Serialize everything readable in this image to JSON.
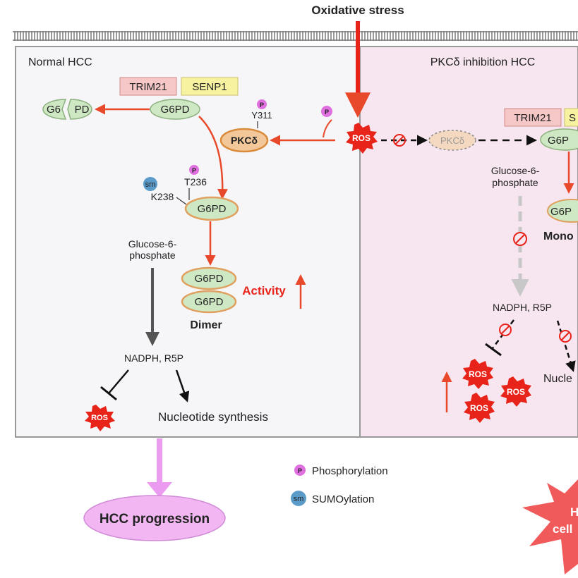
{
  "top": {
    "stimulus": "Oxidative stress"
  },
  "left_panel": {
    "title": "Normal HCC",
    "trim21": "TRIM21",
    "senp1": "SENP1",
    "g6pd_top": "G6PD",
    "deg_a": "G6",
    "deg_b": "PD",
    "p_mark": "P",
    "y311": "Y311",
    "pkc": "PKCδ",
    "t236": "T236",
    "sm_mark": "sm",
    "k238": "K238",
    "g6pd_mid": "G6PD",
    "g6p_line1": "Glucose-6-",
    "g6p_line2": "phosphate",
    "dimer_top": "G6PD",
    "dimer_bottom": "G6PD",
    "activity": "Activity",
    "dimer_label": "Dimer",
    "nadph": "NADPH, R5P",
    "ros": "ROS",
    "nucleotide": "Nucleotide synthesis"
  },
  "right_panel": {
    "title": "PKCδ inhibition HCC",
    "ros_top": "ROS",
    "pkc_dashed": "PKCδ",
    "trim21": "TRIM21",
    "senp1_partial": "S",
    "g6pd_partial": "G6P",
    "g6p_line1": "Glucose-6-",
    "g6p_line2": "phosphate",
    "g6pd_lower_partial": "G6P",
    "mono_partial": "Mono",
    "nadph": "NADPH, R5P",
    "ros_a": "ROS",
    "ros_b": "ROS",
    "ros_c": "ROS",
    "nucle_partial": "Nucle",
    "p_mark": "P"
  },
  "bottom": {
    "progression": "HCC progression",
    "legend_p_mark": "P",
    "legend_phos": "Phosphorylation",
    "legend_sm_mark": "sm",
    "legend_sumo": "SUMOylation",
    "star_line1": "H",
    "star_line2": "cell"
  },
  "colors": {
    "red_arrow": "#e8492b",
    "ros_red": "#e8241a",
    "g6pd_green": "#cfe8c4",
    "pkc_orange": "#f2c79a",
    "p_pink": "#e070e0",
    "sm_blue": "#5b9bc9",
    "hcc_pink": "#ec9cf0",
    "right_bg": "#f7e6ef",
    "left_bg": "#f6f6f8",
    "trim21_fill": "#f5c7c7",
    "senp1_fill": "#f6f2a0"
  }
}
